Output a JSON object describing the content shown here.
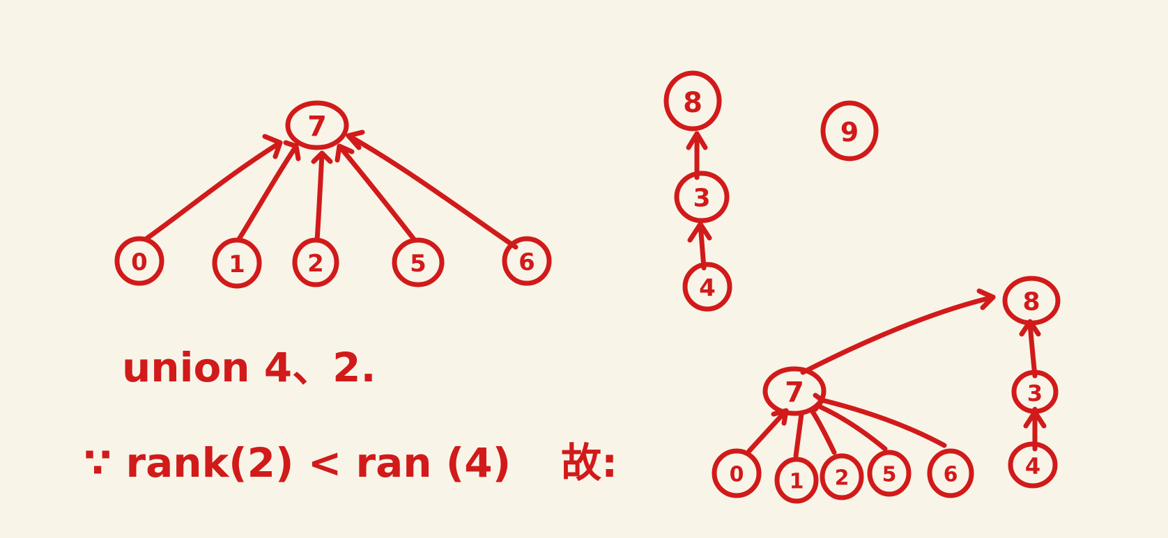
{
  "diagram": {
    "ink_color": "#d11a1a",
    "background": "#f8f4e8",
    "tree_a": {
      "root": "7",
      "children": [
        "0",
        "1",
        "2",
        "5",
        "6"
      ]
    },
    "tree_b": {
      "chain": [
        "8",
        "3",
        "4"
      ]
    },
    "single": "9",
    "result": {
      "root": "8",
      "left_root": "7",
      "left_children": [
        "0",
        "1",
        "2",
        "5",
        "6"
      ],
      "right_chain": [
        "3",
        "4"
      ]
    }
  },
  "notes": {
    "line1": "union  4、2.",
    "line2": "∵ rank(2) < ran (4)",
    "line3": "故:"
  }
}
